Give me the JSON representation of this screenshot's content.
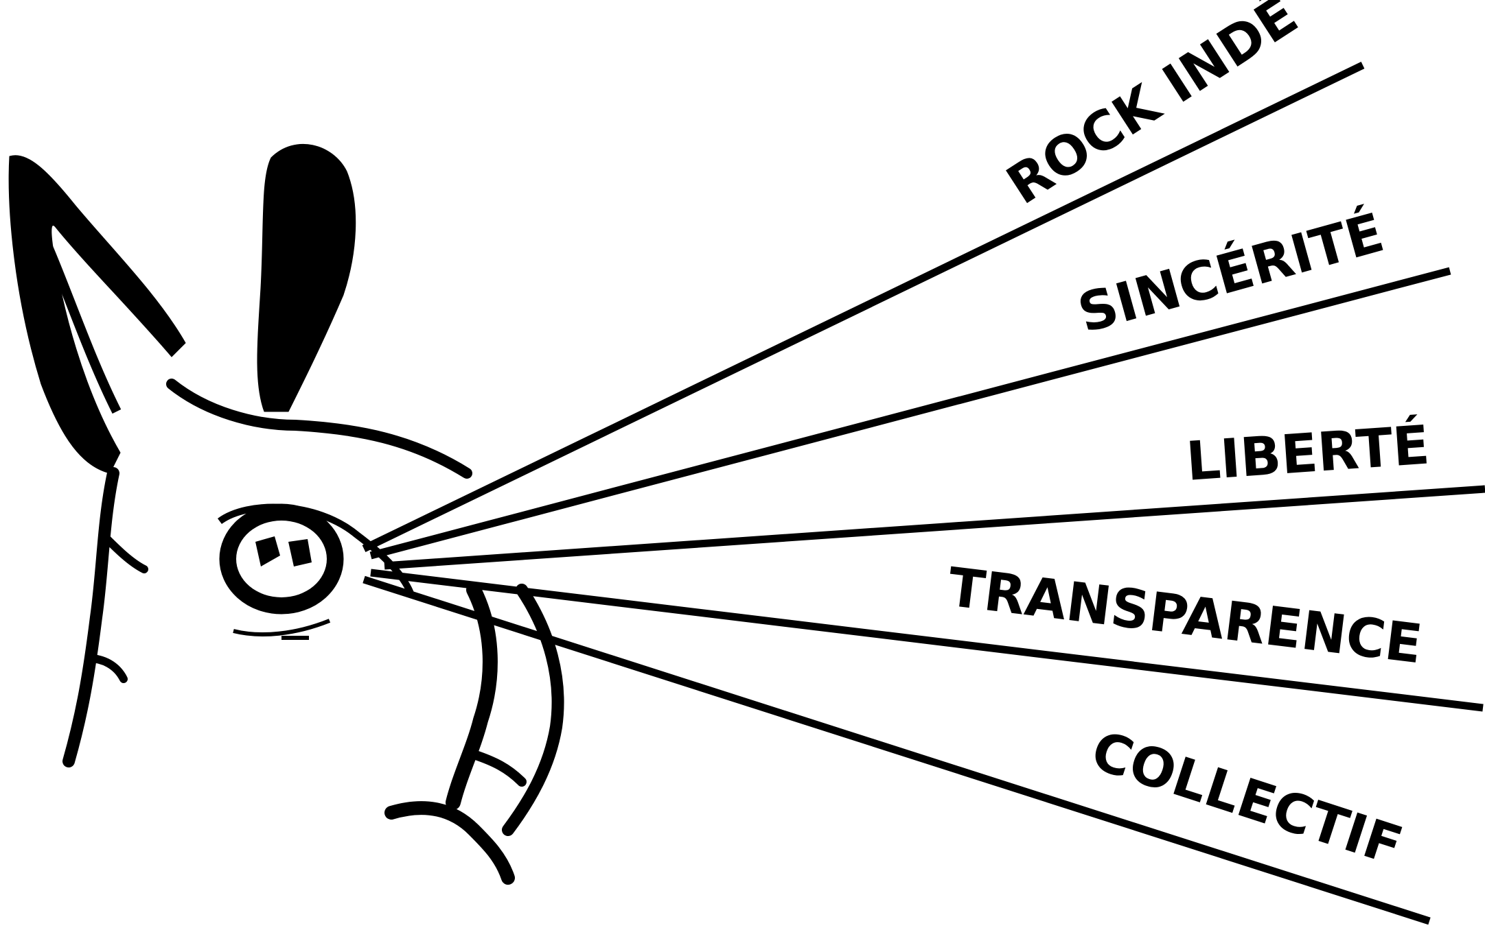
{
  "illustration": {
    "subject": "rabbit-head-silhouette",
    "ink_color": "#000000",
    "background_color": "#ffffff"
  },
  "rays": [
    {
      "label": "ROCK INDÉ"
    },
    {
      "label": "SINCÉRITÉ"
    },
    {
      "label": "LIBERTÉ"
    },
    {
      "label": "TRANSPARENCE"
    },
    {
      "label": "COLLECTIF"
    }
  ]
}
